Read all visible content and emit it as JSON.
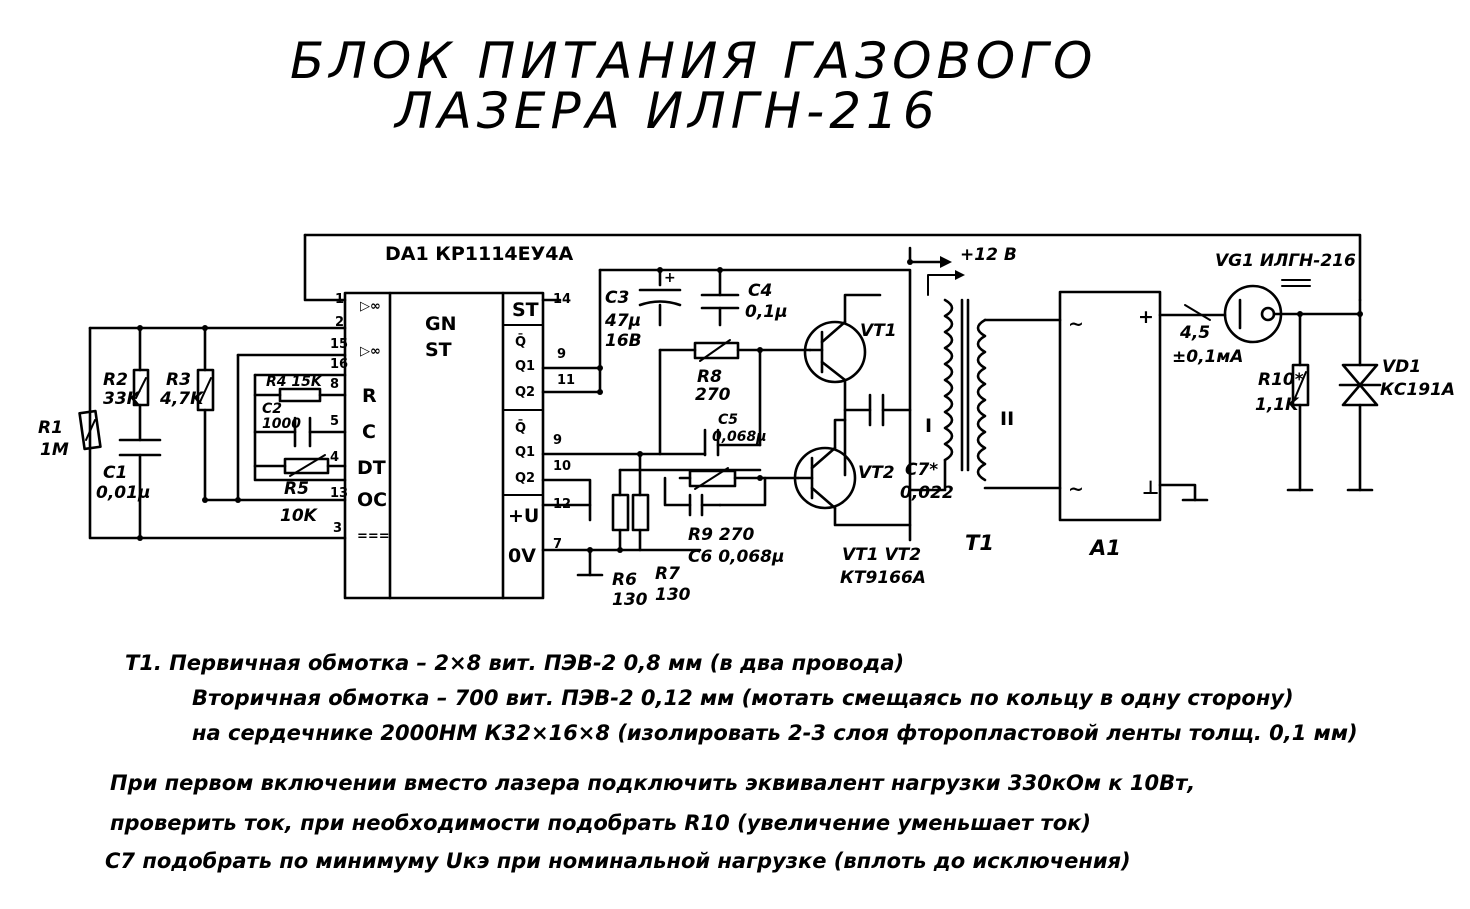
{
  "title": {
    "line1": "БЛОК ПИТАНИЯ ГАЗОВОГО",
    "line2": "ЛАЗЕРА ИЛГН-216"
  },
  "supply_label": "+12 В",
  "ic": {
    "ref": "DA1 КР1114ЕУ4А",
    "center1": "GN",
    "center2": "ST",
    "left_pins": [
      "1",
      "2",
      "15",
      "16",
      "8",
      "5",
      "4",
      "13",
      "3"
    ],
    "left_funcs": [
      "▷∞",
      "▷∞",
      "R",
      "C",
      "DT",
      "OC",
      "==="
    ],
    "right_top": "ST",
    "right_top_pin": "14",
    "right_funcs": [
      "Q̄",
      "Q1",
      "Q2",
      "Q̄",
      "Q1",
      "Q2",
      "+U",
      "0V"
    ],
    "right_pins": [
      "9",
      "11",
      "9",
      "10",
      "12",
      "7"
    ]
  },
  "components": {
    "R1": {
      "ref": "R1",
      "value": "1M"
    },
    "R2": {
      "ref": "R2",
      "value": "33K"
    },
    "R3": {
      "ref": "R3",
      "value": "4,7K"
    },
    "C1": {
      "ref": "C1",
      "value": "0,01μ"
    },
    "R4": {
      "ref": "R4 15K"
    },
    "C2": {
      "ref": "C2",
      "value": "1000"
    },
    "R5": {
      "ref": "R5",
      "value": "10K"
    },
    "C3": {
      "ref": "C3",
      "value1": "47μ",
      "value2": "16В"
    },
    "C4": {
      "ref": "C4",
      "value": "0,1μ"
    },
    "R8": {
      "ref": "R8",
      "value": "270"
    },
    "C5": {
      "ref": "C5",
      "value": "0,068μ"
    },
    "R9": {
      "ref": "R9 270"
    },
    "C6": {
      "ref": "C6 0,068μ"
    },
    "R6": {
      "ref": "R6",
      "value": "130"
    },
    "R7": {
      "ref": "R7",
      "value": "130"
    },
    "VT1": {
      "ref": "VT1"
    },
    "VT2": {
      "ref": "VT2"
    },
    "transistors": {
      "line1": "VT1 VT2",
      "line2": "КТ9166А"
    },
    "C7": {
      "ref": "C7*",
      "value": "0,022"
    },
    "T1": {
      "ref": "T1",
      "w1": "I",
      "w2": "II"
    },
    "A1": {
      "ref": "A1",
      "ac1": "~",
      "plus": "+",
      "ac2": "~",
      "gnd": "⊥"
    },
    "meter": {
      "value1": "4,5",
      "value2": "±0,1мА"
    },
    "VG1": {
      "ref": "VG1 ИЛГН-216"
    },
    "R10": {
      "ref": "R10*",
      "value": "1,1K"
    },
    "VD1": {
      "ref": "VD1",
      "value": "КС191А"
    }
  },
  "notes": [
    "Т1. Первичная обмотка – 2×8 вит. ПЭВ-2 0,8 мм (в два провода)",
    "Вторичная обмотка – 700 вит. ПЭВ-2 0,12 мм (мотать смещаясь по кольцу в одну сторону)",
    "на сердечнике 2000НМ К32×16×8 (изолировать 2-3 слоя фторопластовой ленты толщ. 0,1 мм)",
    "При первом включении вместо лазера подключить эквивалент нагрузки 330кОм к 10Вт,",
    "проверить ток, при необходимости подобрать R10 (увеличение уменьшает ток)",
    "C7 подобрать по минимуму Uкэ при номинальной нагрузке (вплоть до исключения)"
  ]
}
